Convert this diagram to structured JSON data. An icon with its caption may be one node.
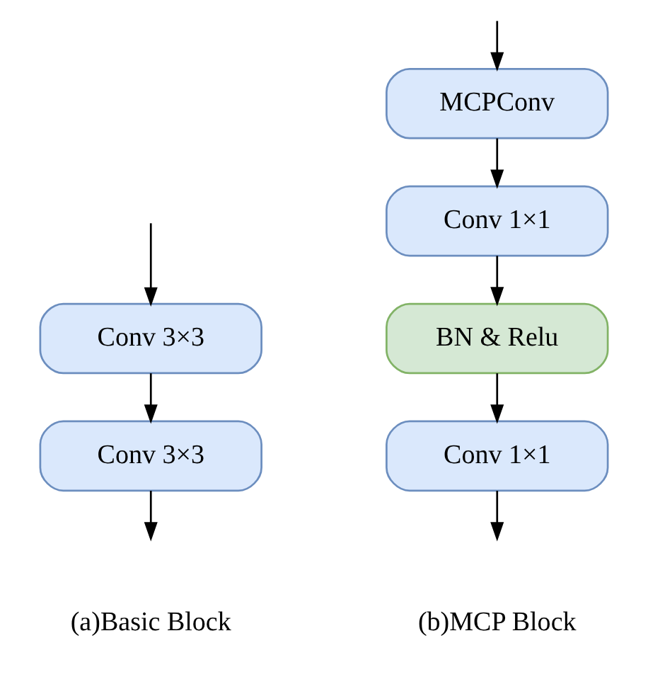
{
  "diagram": {
    "nodes": [
      {
        "text": [
          "Conv 3×3"
        ]
      },
      {
        "text": [
          "Conv 3×3"
        ]
      },
      {
        "text": [
          "MCPConv"
        ]
      },
      {
        "text": [
          "Conv 1×1"
        ]
      },
      {
        "text": [
          "BN & Relu"
        ]
      },
      {
        "text": [
          "Conv 1×1"
        ]
      }
    ],
    "edges": [
      {
        "from": null,
        "to": 0,
        "arrow": "to"
      },
      {
        "from": 0,
        "to": 1,
        "arrow": "to"
      },
      {
        "from": 1,
        "to": null,
        "arrow": "to"
      },
      {
        "from": null,
        "to": 2,
        "arrow": "to"
      },
      {
        "from": 2,
        "to": 3,
        "arrow": "to"
      },
      {
        "from": 3,
        "to": 4,
        "arrow": "to"
      },
      {
        "from": 4,
        "to": 5,
        "arrow": "to"
      },
      {
        "from": 5,
        "to": null,
        "arrow": "to"
      }
    ],
    "labels": [
      "(a)Basic Block",
      "(b)MCP Block"
    ]
  }
}
